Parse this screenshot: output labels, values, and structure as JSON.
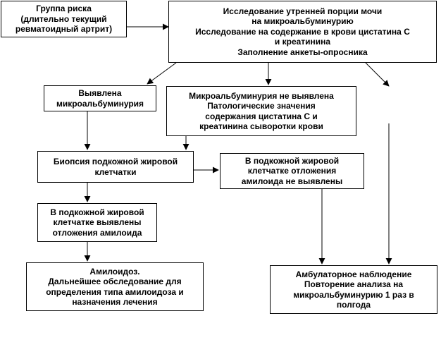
{
  "boxes": {
    "risk_group": [
      "Группа риска",
      "(длительно текущий",
      "ревматоидный артрит)"
    ],
    "morning_urine": [
      "Исследование утренней порции мочи",
      "на микроальбуминурию",
      "Исследование на содержание в крови цистатина С",
      "и креатинина",
      "Заполнение анкеты-опросника"
    ],
    "mau_found": [
      "Выявлена",
      "микроальбуминурия"
    ],
    "mau_not_found": [
      "Микроальбуминурия не выявлена",
      "Патологические значения",
      "содержания цистатина С и",
      "креатинина сыворотки крови"
    ],
    "biopsy": [
      "Биопсия подкожной жировой",
      "клетчатки"
    ],
    "amyloid_not_found": [
      "В подкожной жировой",
      "клетчатке отложения",
      "амилоида не выявлены"
    ],
    "amyloid_found": [
      "В подкожной жировой",
      "клетчатке выявлены",
      "отложения амилоида"
    ],
    "amyloidosis": [
      "Амилоидоз.",
      "Дальнейшее обследование для",
      "определения типа амилоидоза и",
      "назначения лечения"
    ],
    "outpatient": [
      "Амбулаторное наблюдение",
      "Повторение анализа на",
      "микроальбуминурию 1 раз в",
      "полгода"
    ]
  }
}
